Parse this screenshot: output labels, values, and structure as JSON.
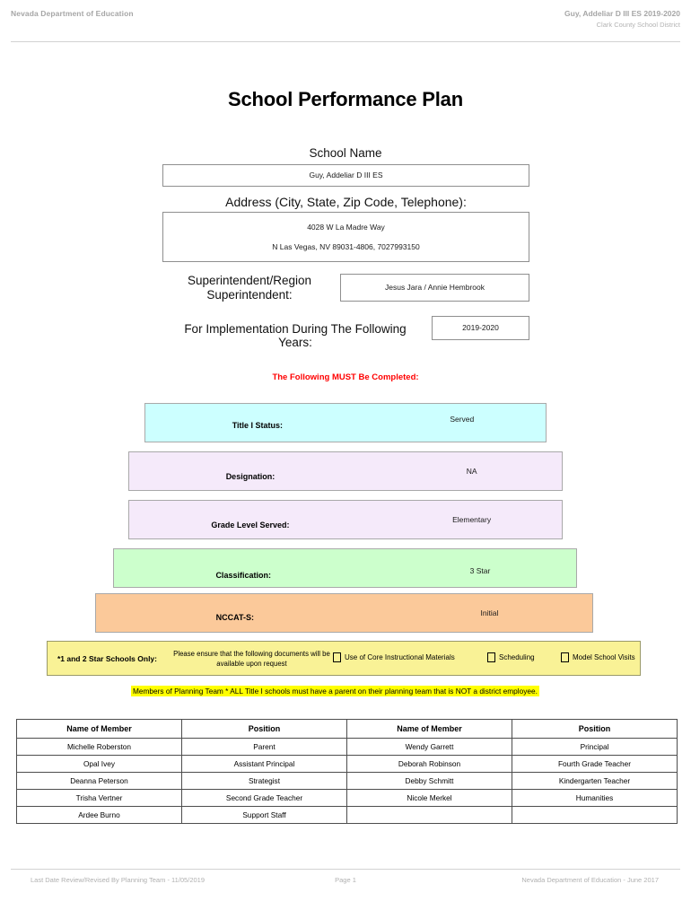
{
  "header": {
    "left": "Nevada Department of Education",
    "right_line1": "Guy, Addeliar D III ES  2019-2020",
    "right_line2": "Clark County School District"
  },
  "title": "School Performance Plan",
  "fields": {
    "school_name_label": "School Name",
    "school_name_value": "Guy, Addeliar D III ES",
    "address_label": "Address (City, State, Zip Code, Telephone):",
    "address_line1": "4028 W La Madre Way",
    "address_line2": "N Las Vegas, NV  89031-4806, 7027993150",
    "superintendent_label": "Superintendent/Region Superintendent:",
    "superintendent_value": "Jesus Jara / Annie Hembrook",
    "years_label": "For Implementation During The Following Years:",
    "years_value": "2019-2020"
  },
  "notice": {
    "text": "The Following MUST Be Completed:",
    "color": "#ff0000"
  },
  "status_bars": [
    {
      "label": "Title I Status:",
      "value": "Served",
      "color": "#ccffff"
    },
    {
      "label": "Designation:",
      "value": "NA",
      "color": "#f5eafa"
    },
    {
      "label": "Grade Level Served:",
      "value": "Elementary",
      "color": "#f5eafa"
    },
    {
      "label": "Classification:",
      "value": "3 Star",
      "color": "#ccffcc"
    },
    {
      "label": "NCCAT-S:",
      "value": "Initial",
      "color": "#fbc99a"
    }
  ],
  "star_schools": {
    "label": "*1 and 2 Star Schools Only:",
    "note": "Please ensure that the following documents will be available upon request",
    "highlight_color": "#f9f296",
    "checkboxes": [
      {
        "label": "Use of Core Instructional Materials",
        "checked": false
      },
      {
        "label": "Scheduling",
        "checked": false
      },
      {
        "label": "Model School Visits",
        "checked": false
      }
    ]
  },
  "planning_banner": {
    "text": "Members of Planning Team * ALL Title I schools must have a parent on their planning team that is NOT a district employee.",
    "highlight_color": "#ffff00"
  },
  "members_table": {
    "columns": [
      "Name of Member",
      "Position",
      "Name of Member",
      "Position"
    ],
    "rows": [
      [
        "Michelle Roberston",
        "Parent",
        "Wendy Garrett",
        "Principal"
      ],
      [
        "Opal Ivey",
        "Assistant Principal",
        "Deborah Robinson",
        "Fourth Grade Teacher"
      ],
      [
        "Deanna Peterson",
        "Strategist",
        "Debby Schmitt",
        "Kindergarten Teacher"
      ],
      [
        "Trisha Vertner",
        "Second Grade Teacher",
        "Nicole Merkel",
        "Humanities"
      ],
      [
        "Ardee Burno",
        "Support Staff",
        "",
        ""
      ]
    ]
  },
  "footer": {
    "left": "Last Date Review/Revised By Planning Team - 11/05/2019",
    "center": "Page 1",
    "right": "Nevada Department of Education - June 2017"
  }
}
